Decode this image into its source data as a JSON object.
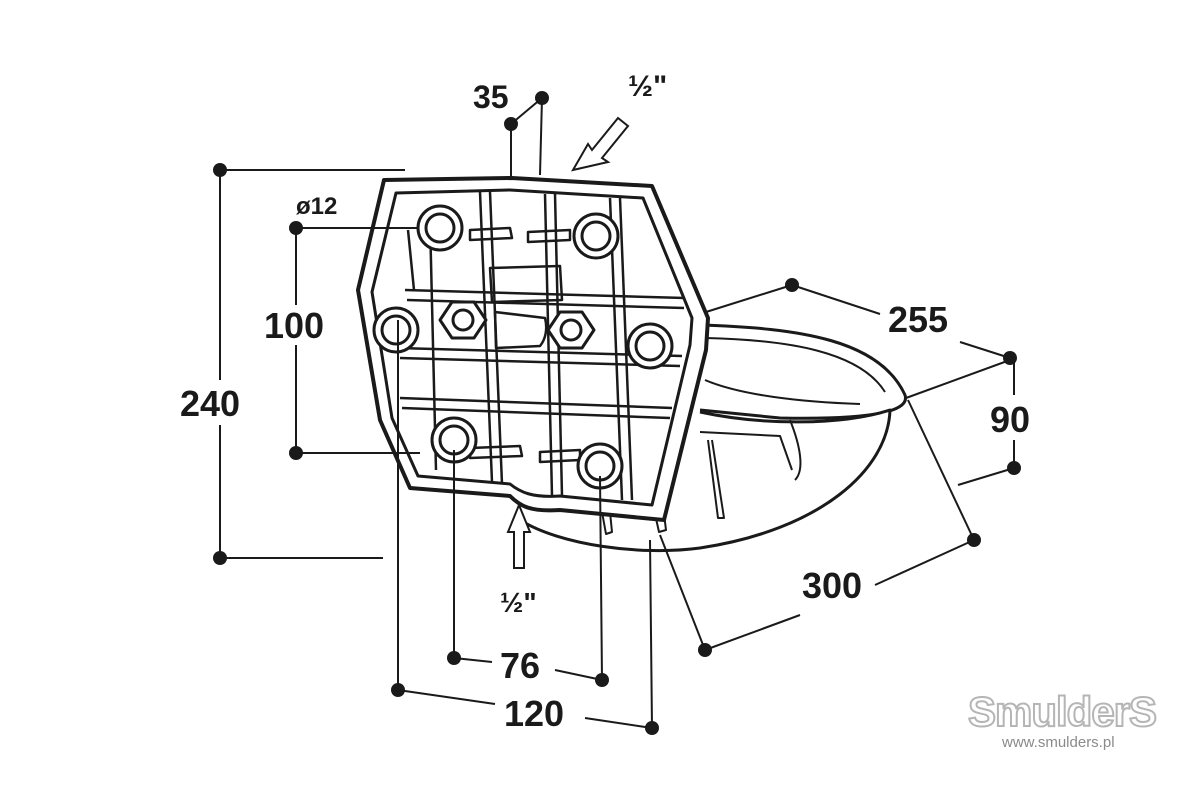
{
  "brand": {
    "name": "SmulderS",
    "url": "www.smulders.pl"
  },
  "colors": {
    "line": "#1a1a1a",
    "logo": "#b5b5b5",
    "background": "#ffffff"
  },
  "dimensions": {
    "d35": "35",
    "thread_top": "½\"",
    "hole_diameter": "ø12",
    "d100": "100",
    "d240": "240",
    "d255": "255",
    "d90": "90",
    "d300": "300",
    "thread_bottom": "½\"",
    "d76": "76",
    "d120": "120"
  }
}
